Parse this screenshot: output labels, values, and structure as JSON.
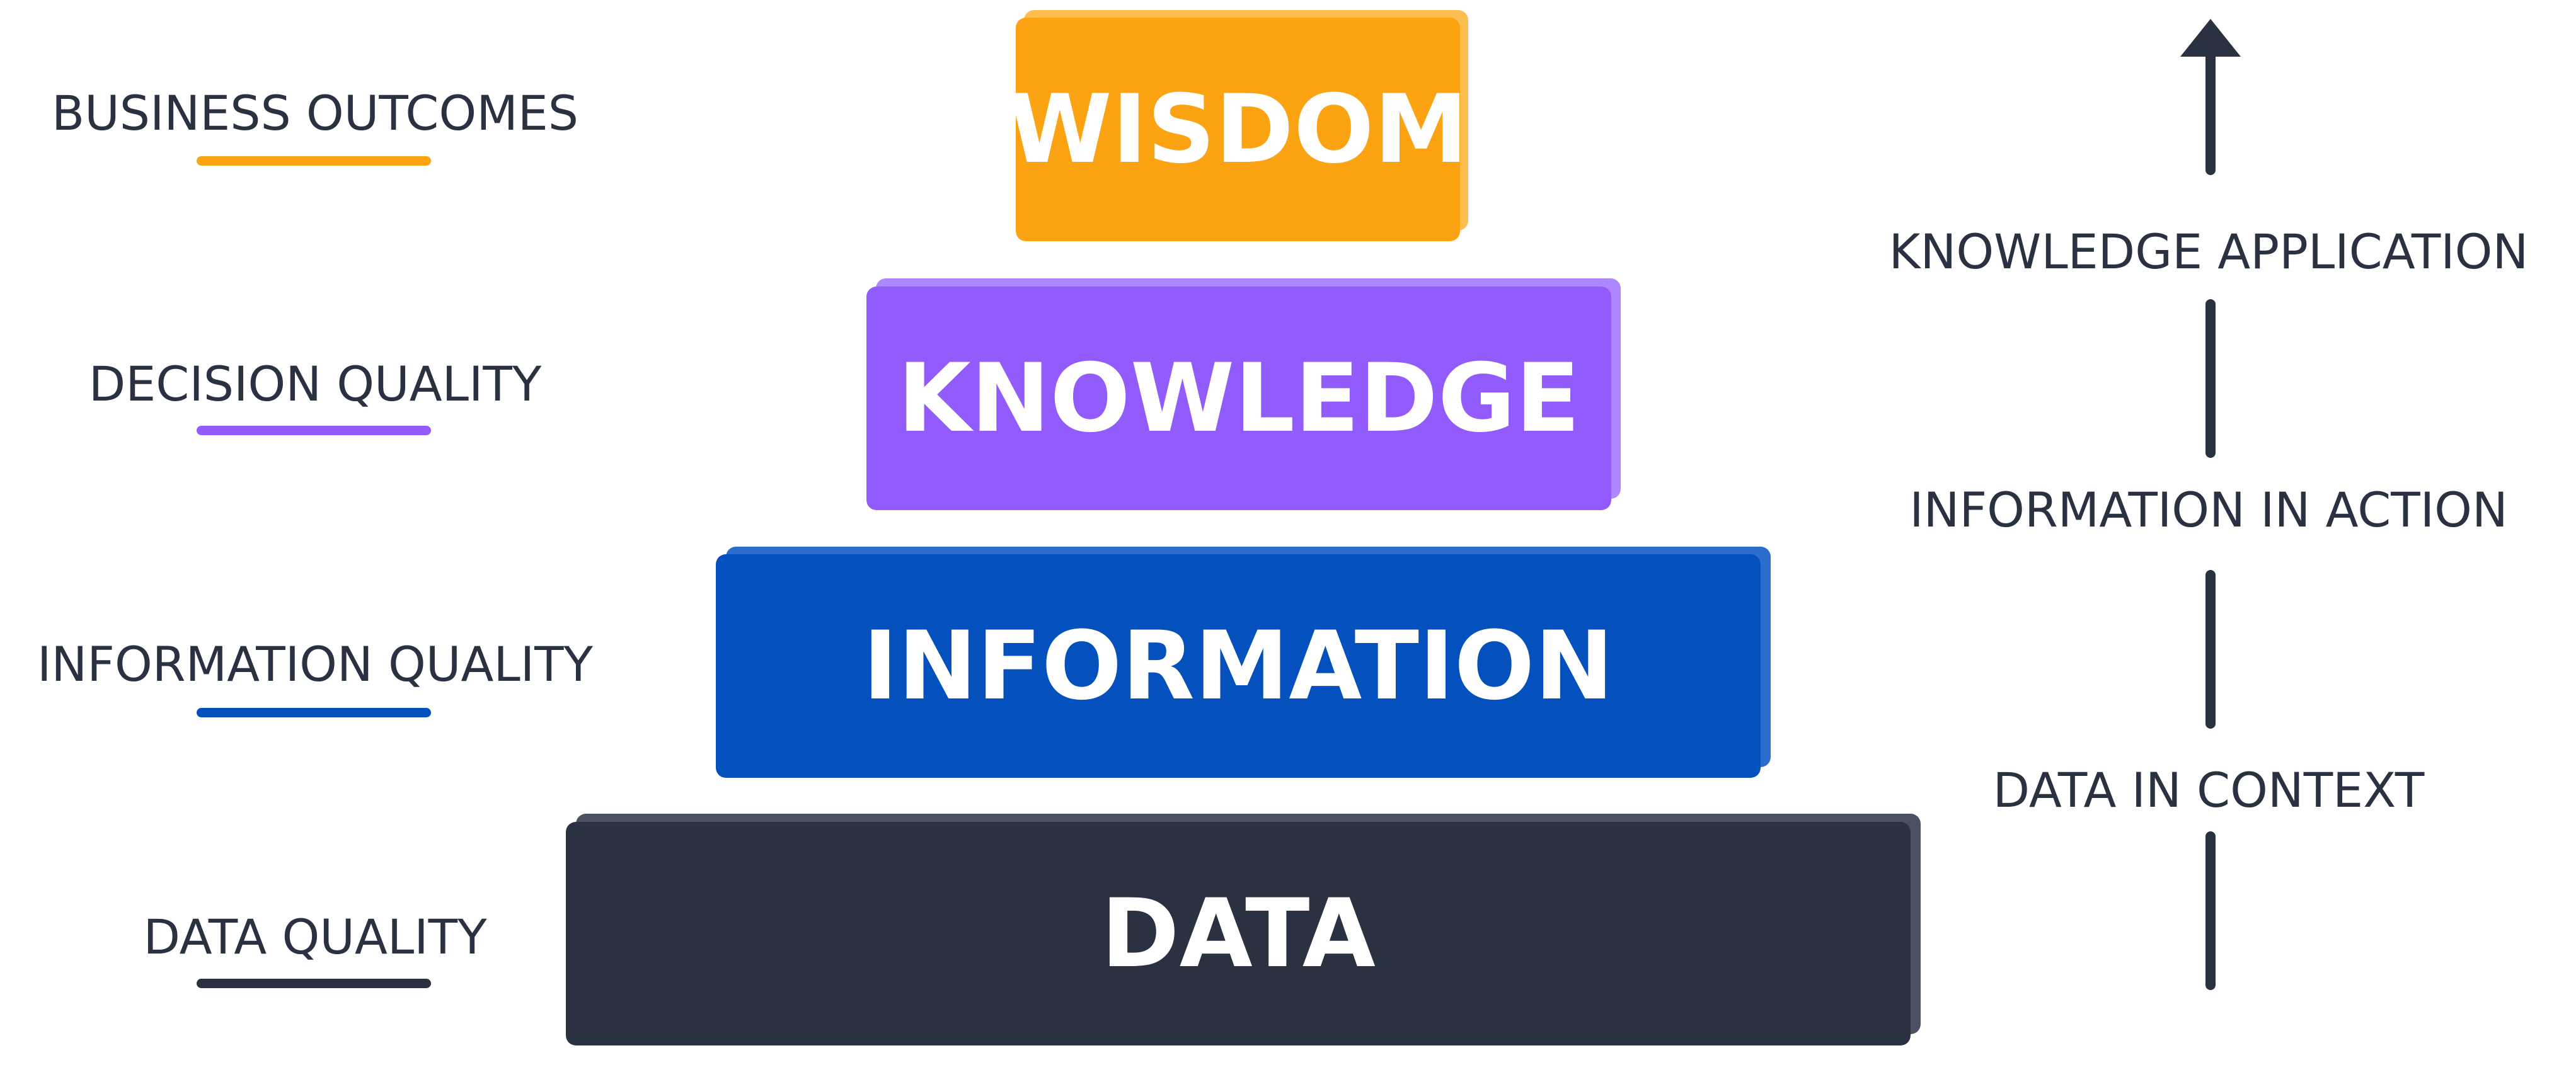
{
  "levels": [
    {
      "label": "WISDOM",
      "outcome": "BUSINESS OUTCOMES",
      "color": "#fba313"
    },
    {
      "label": "KNOWLEDGE",
      "outcome": "DECISION QUALITY",
      "color": "#925cfc"
    },
    {
      "label": "INFORMATION",
      "outcome": "INFORMATION QUALITY",
      "color": "#0451bd"
    },
    {
      "label": "DATA",
      "outcome": "DATA QUALITY",
      "color": "#2a3141"
    }
  ],
  "transitions": [
    "KNOWLEDGE APPLICATION",
    "INFORMATION IN ACTION",
    "DATA IN CONTEXT"
  ],
  "colors": {
    "text": "#2a3141",
    "arrow": "#2a3141"
  }
}
